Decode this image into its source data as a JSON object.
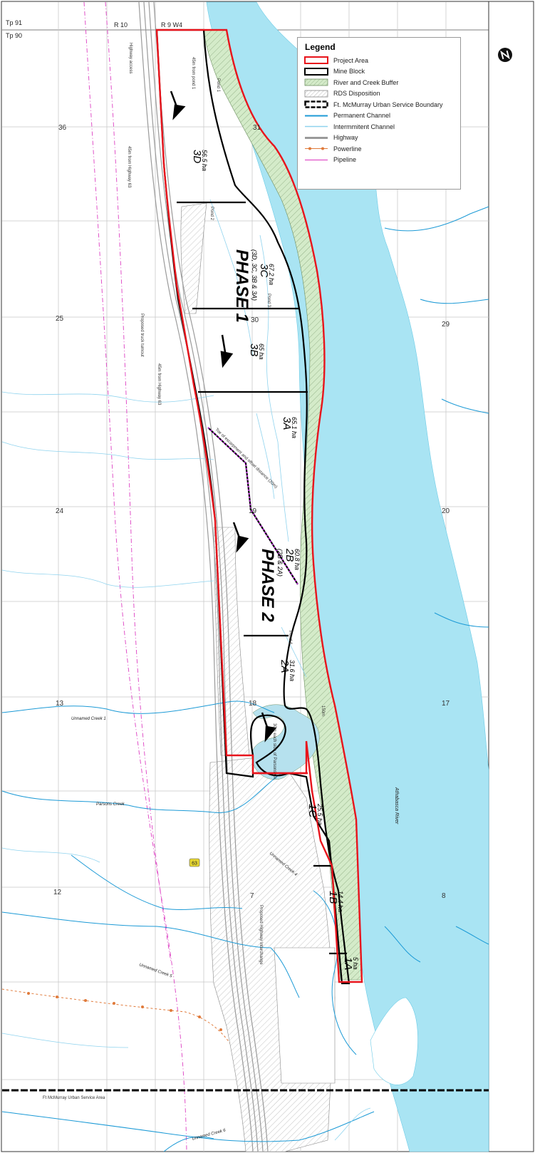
{
  "grid": {
    "townships": [
      "Tp 91",
      "Tp 90"
    ],
    "ranges": [
      "R 10",
      "R 9 W4"
    ],
    "sections": [
      {
        "id": "36"
      },
      {
        "id": "31"
      },
      {
        "id": "25"
      },
      {
        "id": "30"
      },
      {
        "id": "29"
      },
      {
        "id": "24"
      },
      {
        "id": "19"
      },
      {
        "id": "20"
      },
      {
        "id": "13"
      },
      {
        "id": "18"
      },
      {
        "id": "17"
      },
      {
        "id": "12"
      },
      {
        "id": "7"
      },
      {
        "id": "8"
      }
    ]
  },
  "legend": {
    "title": "Legend",
    "items": [
      {
        "label": "Project Area",
        "symbol": "project-area",
        "color": "#e8141c"
      },
      {
        "label": "Mine Block",
        "symbol": "mine-block",
        "color": "#000000"
      },
      {
        "label": "River and Creek Buffer",
        "symbol": "buffer",
        "color": "#cfe6c4"
      },
      {
        "label": "RDS Disposition",
        "symbol": "rds",
        "color": "#888888"
      },
      {
        "label": "Ft. McMurray Urban Service Boundary",
        "symbol": "urban-boundary",
        "color": "#000000"
      },
      {
        "label": "Permanent Channel",
        "symbol": "permanent-channel",
        "color": "#1c9ad6"
      },
      {
        "label": "Intermmitent Channel",
        "symbol": "intermittent-channel",
        "color": "#8fd3ee"
      },
      {
        "label": "Highway",
        "symbol": "highway",
        "color": "#9a9a9a"
      },
      {
        "label": "Powerline",
        "symbol": "powerline",
        "color": "#e07a3a"
      },
      {
        "label": "Pipeline",
        "symbol": "pipeline",
        "color": "#e050c8"
      }
    ]
  },
  "blocks": [
    {
      "name": "3D",
      "area": "56.5 ha"
    },
    {
      "name": "3C",
      "area": "67.2 ha"
    },
    {
      "name": "3B",
      "area": "65 ha"
    },
    {
      "name": "3A",
      "area": "65.1 ha"
    },
    {
      "name": "2B",
      "area": "60.8 ha"
    },
    {
      "name": "2A",
      "area": "31.6 ha"
    },
    {
      "name": "1C",
      "area": "25.5 ha"
    },
    {
      "name": "1B",
      "area": "14.4 ha"
    },
    {
      "name": "1A",
      "area": "5 ha"
    }
  ],
  "phases": [
    {
      "name": "PHASE 1",
      "detail": "(3D, 3C, 3B & 3A)"
    },
    {
      "name": "PHASE 2",
      "detail": "(2B & 2A)"
    }
  ],
  "annotations": {
    "highway_access": "Highway access",
    "offset_45m_1": "45m from Highway 63",
    "offset_45m_2": "45m from Highway 63",
    "pond_offset": "45m from pond 1",
    "truck_turnout": "Proposed truck turnout",
    "toe_escarpment": "Toe of escarpment and offset distance (20m)",
    "creek_offset": "30m each side of Parsons Ck.",
    "buffer_150": "150m",
    "interchange": "Proposed Highway Interchange",
    "highway_shield": "63",
    "pond_1": "Pond 1",
    "pond_2": "Pond 2",
    "pond_3": "Pond 3",
    "pond_4": "Pond 4",
    "urban_service": "Ft McMurray Urban Service Area"
  },
  "water": {
    "river": "Athabasca River",
    "creeks": [
      "Unnamed Creek 1",
      "Parsons Creek",
      "Unnamed Creek 4",
      "Unnamed Creek 5",
      "Unnamed Creek 6"
    ]
  },
  "colors": {
    "river": "#a9e4f3",
    "channel": "#1c9ad6",
    "intermittent": "#8fd3ee",
    "project": "#e8141c",
    "buffer": "#cfe6c4",
    "pipeline": "#e050c8",
    "powerline": "#e07a3a",
    "highway": "#9a9a9a",
    "grid": "#c9c9c9"
  },
  "north_icon": "north-arrow-icon"
}
